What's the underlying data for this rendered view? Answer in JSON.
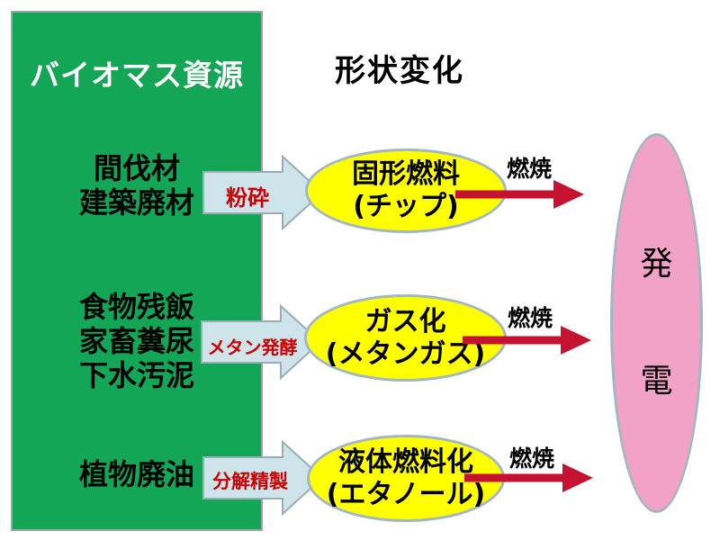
{
  "colors": {
    "panel_green": "#12A656",
    "fuel_yellow": "#FFFF00",
    "generation_pink": "#F3A2C7",
    "process_arrow_blue": "#CDE4EA",
    "shape_border_gray": "#A3B7C0",
    "combustion_red": "#C41230",
    "process_label_red": "#CC0000"
  },
  "source_panel": {
    "title": "バイオマス資源",
    "groups": [
      {
        "lines": [
          "間伐材",
          "建築廃材"
        ]
      },
      {
        "lines": [
          "食物残飯",
          "家畜糞尿",
          "下水汚泥"
        ]
      },
      {
        "lines": [
          "植物廃油"
        ]
      }
    ]
  },
  "heading": "形状変化",
  "processes": [
    {
      "arrow_label": "粉砕",
      "ellipse_line1": "固形燃料",
      "ellipse_line2": "(チップ)",
      "output_label": "燃焼"
    },
    {
      "arrow_label": "メタン発酵",
      "ellipse_line1": "ガス化",
      "ellipse_line2": "(メタンガス)",
      "output_label": "燃焼"
    },
    {
      "arrow_label": "分解精製",
      "ellipse_line1": "液体燃料化",
      "ellipse_line2": "(エタノール)",
      "output_label": "燃焼"
    }
  ],
  "result": {
    "char1": "発",
    "char2": "電"
  }
}
